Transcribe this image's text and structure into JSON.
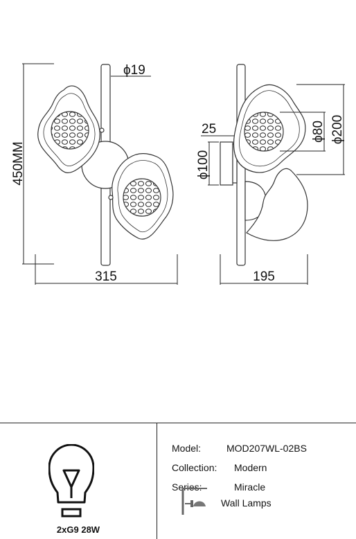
{
  "dimensions": {
    "height": "450MM",
    "width": "315",
    "depth": "195",
    "rod_diameter": "ϕ19",
    "base_depth": "25",
    "base_diameter": "ϕ100",
    "shade_diameter": "ϕ200",
    "globe_diameter": "ϕ80"
  },
  "spec": {
    "bulb": "2xG9 28W",
    "model_label": "Model:",
    "model_value": "MOD207WL-02BS",
    "collection_label": "Collection:",
    "collection_value": "Modern",
    "series_label": "Series:",
    "series_value": "Miracle",
    "type_value": "Wall Lamps"
  },
  "icons": {
    "bulb": "light-bulb-icon",
    "type": "wall-lamp-icon"
  }
}
